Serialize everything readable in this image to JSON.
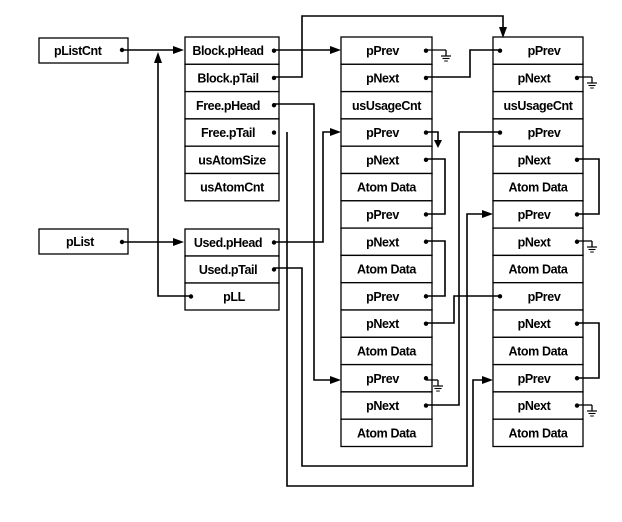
{
  "diagram": {
    "title": "",
    "root_boxes": {
      "pListCnt": "pListCnt",
      "pList": "pList"
    },
    "header_block": {
      "fields": [
        "Block.pHead",
        "Block.pTail",
        "Free.pHead",
        "Free.pTail",
        "usAtomSize",
        "usAtomCnt"
      ]
    },
    "used_block": {
      "fields": [
        "Used.pHead",
        "Used.pTail",
        "pLL"
      ]
    },
    "memory_blocks": [
      {
        "name": "block-1",
        "fields": [
          "pPrev",
          "pNext",
          "usUsageCnt",
          "pPrev",
          "pNext",
          "Atom Data",
          "pPrev",
          "pNext",
          "Atom Data",
          "pPrev",
          "pNext",
          "Atom Data",
          "pPrev",
          "pNext",
          "Atom Data"
        ]
      },
      {
        "name": "block-2",
        "fields": [
          "pPrev",
          "pNext",
          "usUsageCnt",
          "pPrev",
          "pNext",
          "Atom Data",
          "pPrev",
          "pNext",
          "Atom Data",
          "pPrev",
          "pNext",
          "Atom Data",
          "pPrev",
          "pNext",
          "Atom Data"
        ]
      }
    ],
    "null_symbol": "ground-icon"
  }
}
